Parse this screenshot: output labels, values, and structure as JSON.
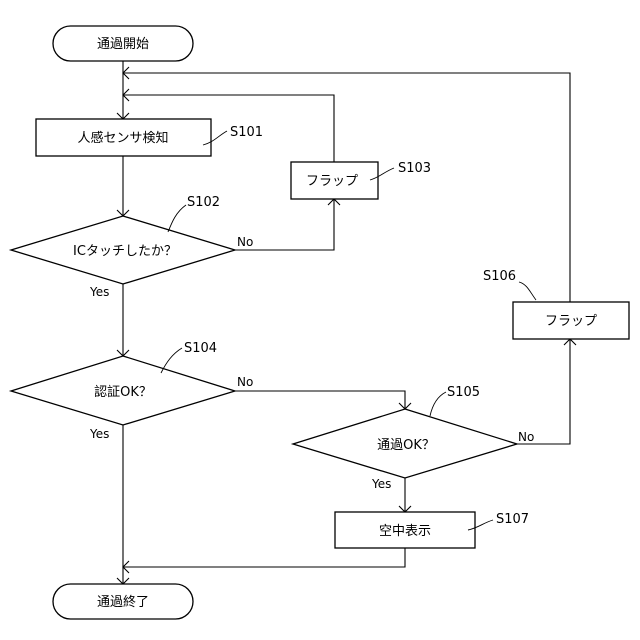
{
  "nodes": {
    "start": "通過開始",
    "s101": "人感センサ検知",
    "s102": "ICタッチしたか？",
    "s103": "フラップ",
    "s104": "認証OK？",
    "s105": "通過OK？",
    "s106": "フラップ",
    "s107": "空中表示",
    "end": "通過終了"
  },
  "step_ids": {
    "s101": "S101",
    "s102": "S102",
    "s103": "S103",
    "s104": "S104",
    "s105": "S105",
    "s106": "S106",
    "s107": "S107"
  },
  "branches": {
    "s102_no": "No",
    "s102_yes": "Yes",
    "s104_no": "No",
    "s104_yes": "Yes",
    "s105_no": "No",
    "s105_yes": "Yes"
  }
}
